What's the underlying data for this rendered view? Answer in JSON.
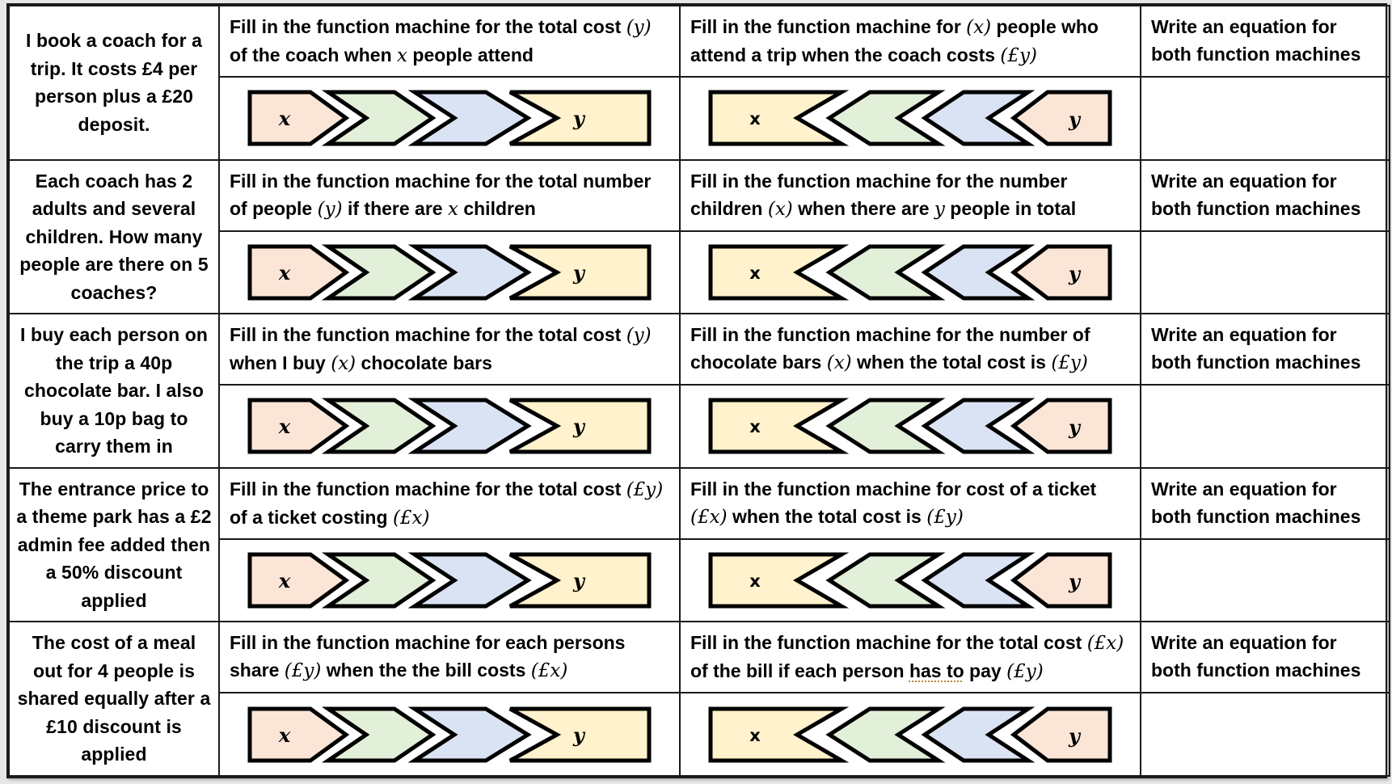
{
  "colors": {
    "peach": "#FBE5D6",
    "green": "#E2F0D9",
    "blue": "#DAE3F3",
    "yellow": "#FFF2CC",
    "border": "#000000",
    "grammar_underline": "#B8862C"
  },
  "machine_labels": {
    "input": "x",
    "output": "y"
  },
  "rows": [
    {
      "scenario": "I book a coach for a trip. It costs £4 per person plus a £20 deposit.",
      "forward_prompt": {
        "pre": "Fill in the function machine for the total cost ",
        "m1": "(y)",
        "mid": " of the coach when ",
        "m2": "x",
        "post": " people attend"
      },
      "reverse_prompt": {
        "pre": "Fill in the function machine for ",
        "m1": "(x)",
        "mid": " people who attend a trip when the coach costs ",
        "m2": "(£y)",
        "post": ""
      },
      "equation_prompt": "Write an equation for both function machines"
    },
    {
      "scenario": "Each coach has 2 adults and several children. How many people are there on 5 coaches?",
      "forward_prompt": {
        "pre": "Fill in the function machine for the total number of people ",
        "m1": "(y)",
        "mid": " if there are ",
        "m2": "x",
        "post": " children"
      },
      "reverse_prompt": {
        "pre": "Fill in the function machine for the number children ",
        "m1": "(x)",
        "mid": " when there are ",
        "m2": "y",
        "post": " people in total"
      },
      "equation_prompt": "Write an equation for both function machines"
    },
    {
      "scenario": "I buy each person on the trip a 40p chocolate bar. I also buy a 10p bag to carry them in",
      "forward_prompt": {
        "pre": "Fill in the function machine for the total cost ",
        "m1": "(y)",
        "mid": " when I buy ",
        "m2": "(x)",
        "post": " chocolate bars"
      },
      "reverse_prompt": {
        "pre": "Fill in the function machine for the number of chocolate bars ",
        "m1": "(x)",
        "mid": " when the total cost is ",
        "m2": "(£y)",
        "post": ""
      },
      "equation_prompt": "Write an equation for both function machines"
    },
    {
      "scenario": "The entrance price to a theme park has a £2 admin fee added then a 50% discount applied",
      "forward_prompt": {
        "pre": "Fill in the function machine for the total cost ",
        "m1": "(£y)",
        "mid": " of a ticket costing ",
        "m2": "(£x)",
        "post": ""
      },
      "reverse_prompt": {
        "pre": "Fill in the function machine for cost of a ticket ",
        "m1": "(£x)",
        "mid": " when the total cost is ",
        "m2": "(£y)",
        "post": ""
      },
      "equation_prompt": "Write an equation for both function machines"
    },
    {
      "scenario": "The cost of a meal out for 4 people is shared equally after a £10 discount is applied",
      "forward_prompt": {
        "pre": "Fill in the function machine for each persons share ",
        "m1": "(£y)",
        "mid": " when the the bill costs ",
        "m2": "(£x)",
        "post": ""
      },
      "reverse_prompt": {
        "pre": "Fill in the function machine for the total cost ",
        "m1": "(£x)",
        "mid": " of the bill if each person ",
        "flagged": "has to",
        "mid2": " pay ",
        "m2": "(£y)",
        "post": ""
      },
      "equation_prompt": "Write an equation for both function machines"
    }
  ]
}
